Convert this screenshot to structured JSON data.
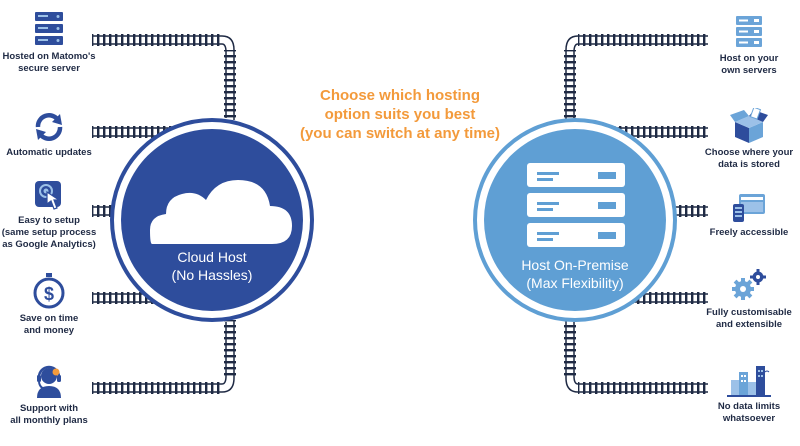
{
  "headline": {
    "line1": "Choose which hosting",
    "line2": "option suits you best",
    "line3": "(you can switch at any time)"
  },
  "cloud": {
    "title": "Cloud Host",
    "subtitle": "(No Hassles)"
  },
  "onpremise": {
    "title": "Host On-Premise",
    "subtitle": "(Max Flexibility)"
  },
  "left_features": [
    {
      "icon": "server-rack-icon",
      "lines": [
        "Hosted on Matomo's",
        "secure server"
      ]
    },
    {
      "icon": "refresh-arrows-icon",
      "lines": [
        "Automatic updates"
      ]
    },
    {
      "icon": "touch-screen-icon",
      "lines": [
        "Easy to setup",
        "(same setup process",
        "as Google Analytics)"
      ]
    },
    {
      "icon": "dollar-stopwatch-icon",
      "lines": [
        "Save on time",
        "and money"
      ]
    },
    {
      "icon": "headset-support-icon",
      "lines": [
        "Support with",
        "all monthly plans"
      ]
    }
  ],
  "right_features": [
    {
      "icon": "server-stack-icon",
      "lines": [
        "Host on your",
        "own servers"
      ]
    },
    {
      "icon": "open-box-icon",
      "lines": [
        "Choose where your",
        "data is stored"
      ]
    },
    {
      "icon": "devices-icon",
      "lines": [
        "Freely accessible"
      ]
    },
    {
      "icon": "gears-icon",
      "lines": [
        "Fully customisable",
        "and extensible"
      ]
    },
    {
      "icon": "city-skyline-icon",
      "lines": [
        "No data limits",
        "whatsoever"
      ]
    }
  ],
  "colors": {
    "cloud_hub": "#2e4d9c",
    "onpremise_hub": "#5f9fd4",
    "headline": "#f39a3b",
    "icon_dark": "#2e4d9c",
    "icon_light": "#6ba4d8",
    "track": "#1f2a44"
  }
}
